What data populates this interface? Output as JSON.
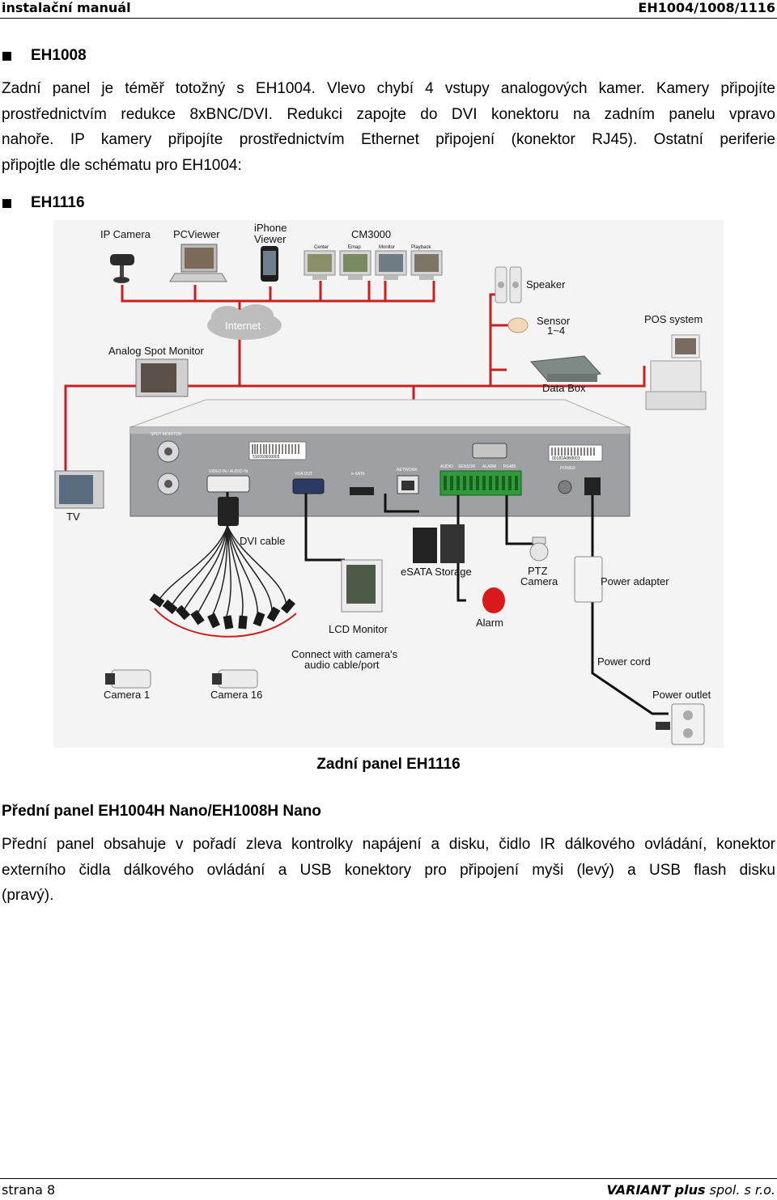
{
  "header": {
    "left": "instalační manuál",
    "right": "EH1004/1008/1116"
  },
  "section1": {
    "heading": "EH1008",
    "lines": [
      "Zadní panel je téměř totožný s EH1004. Vlevo chybí 4 vstupy analogových kamer. Kamery připojíte",
      "prostřednictvím redukce 8xBNC/DVI. Redukci zapojte do DVI konektoru na zadním panelu vpravo",
      "nahoře. IP kamery připojíte prostřednictvím Ethernet připojení (konektor RJ45). Ostatní periferie",
      "připojtle dle schématu pro EH1004:"
    ]
  },
  "section2": {
    "heading": "EH1116"
  },
  "diagram": {
    "labels": {
      "ip_camera": "IP Camera",
      "pcviewer": "PCViewer",
      "iphone_viewer_1": "iPhone",
      "iphone_viewer_2": "Viewer",
      "cm3000": "CM3000",
      "cm_center": "Center",
      "cm_emap": "Emap",
      "cm_monitor": "Monitor",
      "cm_playback": "Playback",
      "speaker": "Speaker",
      "internet": "Internet",
      "sensor_1": "Sensor",
      "sensor_2": "1~4",
      "pos_system": "POS system",
      "analog_spot_monitor": "Analog Spot Monitor",
      "data_box": "Data Box",
      "tv": "TV",
      "dvi_cable": "DVI cable",
      "esata_storage": "eSATA Storage",
      "ptz_1": "PTZ",
      "ptz_2": "Camera",
      "power_adapter": "Power adapter",
      "lcd_monitor": "LCD Monitor",
      "alarm": "Alarm",
      "connect_1": "Connect with camera's",
      "connect_2": "audio cable/port",
      "power_cord": "Power cord",
      "camera_1": "Camera 1",
      "camera_16": "Camera 16",
      "power_outlet": "Power outlet",
      "barcode_1": "510093600005",
      "barcode_2": "00181A0B8003",
      "panel_power": "POWER",
      "panel_spot": "SPOT MONITOR",
      "panel_video": "VIDEO IN / AUDIO IN",
      "panel_vga": "VGA OUT",
      "panel_esata": "e-SATA",
      "panel_network": "NETWORK",
      "panel_audio": "AUDIO",
      "panel_sensor": "SENSOR",
      "panel_alarm": "ALARM",
      "panel_rs485": "RS485"
    }
  },
  "caption": "Zadní panel EH1116",
  "section3": {
    "heading": "Přední panel EH1004H Nano/EH1008H Nano",
    "lines": [
      "Přední panel obsahuje v pořadí zleva kontrolky napájení a disku, čidlo IR dálkového ovládání, konektor",
      "externího čidla dálkového ovládání a USB konektory pro připojení myši (levý) a USB flash disku",
      "(pravý)."
    ]
  },
  "footer": {
    "left": "strana 8",
    "right_bold": "VARIANT plus",
    "right_rest": " spol. s r.o."
  },
  "colors": {
    "wire": "#c8201e",
    "cable": "#111111",
    "dvr_body": "#e2e2e2",
    "dvr_panel": "#9ea0a3",
    "terminal_green": "#2f9a3a"
  }
}
